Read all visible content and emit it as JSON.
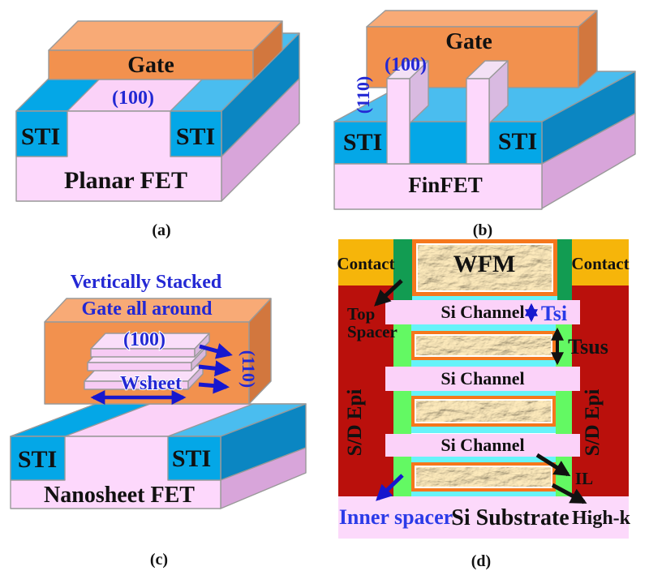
{
  "figure": {
    "description": "Schematics of transistor architectures: Planar FET, FinFET, vertically stacked gate-all-around Nanosheet FET, and nanosheet cross-section",
    "background": "#FFFFFF"
  },
  "colors": {
    "sti_blue": "#04A7E7",
    "sti_top_blue": "#4ABDEF",
    "sti_side_dark_blue": "#0B86C2",
    "substrate_pink_front": "#FDD8FC",
    "substrate_pink_top": "#FBD2F8",
    "substrate_mauve_side": "#D8A5DA",
    "gate_orange_front": "#F2914E",
    "gate_orange_top": "#F8AA76",
    "gate_orange_side": "#D2773E",
    "label_blue": "#2328D4",
    "arrow_blue": "#1717CE",
    "contact_gold": "#F6B50A",
    "sd_epi_red": "#BA100C",
    "top_spacer_green": "#129C52",
    "inner_spacer_green": "#63F963",
    "interfacial_cyan": "#67F3F9",
    "wfm_border_orange": "#F5771C",
    "wfm_metal_tan": "#C9A87C",
    "channel_pink": "#FBD2F9"
  },
  "panel_a": {
    "caption": "(a)",
    "gate_label": "Gate",
    "crystal_plane_top": "(100)",
    "sti_left_label": "STI",
    "sti_right_label": "STI",
    "device_name": "Planar FET"
  },
  "panel_b": {
    "caption": "(b)",
    "gate_label": "Gate",
    "crystal_plane_top": "(100)",
    "crystal_plane_sidewall": "(110)",
    "sti_left_label": "STI",
    "sti_right_label": "STI",
    "device_name": "FinFET"
  },
  "panel_c": {
    "caption": "(c)",
    "stack_title_line1": "Vertically Stacked",
    "stack_title_line2": "Gate all around",
    "crystal_plane_top": "(100)",
    "sheet_width_label": "Wsheet",
    "crystal_plane_sidewall": "(110)",
    "sti_left_label": "STI",
    "sti_right_label": "STI",
    "device_name": "Nanosheet FET"
  },
  "panel_d": {
    "caption": "(d)",
    "contact_left_label": "Contact",
    "contact_right_label": "Contact",
    "wfm_label": "WFM",
    "top_spacer_label_line1": "Top",
    "top_spacer_label_line2": "Spacer",
    "si_channel_label_1": "Si Channel",
    "si_channel_label_2": "Si Channel",
    "si_channel_label_3": "Si Channel",
    "tsi_label": "Tsi",
    "tsus_label": "Tsus",
    "sd_epi_left_label": "S/D Epi",
    "sd_epi_right_label": "S/D Epi",
    "il_label": "IL",
    "high_k_label": "High-k",
    "inner_spacer_label": "Inner spacer",
    "si_substrate_label": "Si Substrate"
  }
}
